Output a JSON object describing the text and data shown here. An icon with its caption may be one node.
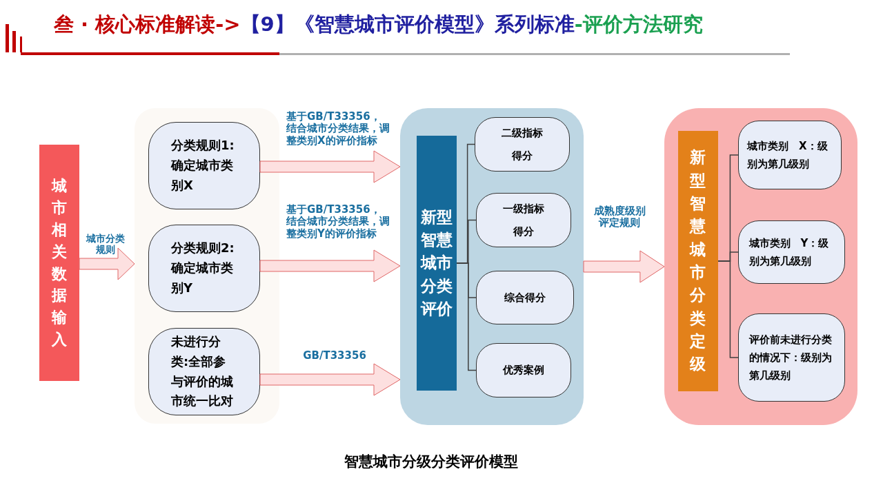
{
  "diagram": {
    "caption": "智慧城市分级分类评价模型",
    "nodes": [
      {
        "text": [
          "城市相关数据输入"
        ]
      },
      {
        "text": [],
        "shape": "box"
      },
      {
        "text": [
          "分类规则1:确定城市类别X"
        ],
        "in": 1
      },
      {
        "text": [
          "分类规则2:确定城市类别Y"
        ],
        "in": 1
      },
      {
        "text": [
          "未进行分类:全部参与评价的城市统一比对"
        ],
        "in": 1
      },
      {
        "text": [],
        "shape": "box"
      },
      {
        "text": [
          "新型智慧城市分类评价"
        ],
        "in": 5
      },
      {
        "text": [
          "二级指标得分"
        ],
        "in": 5
      },
      {
        "text": [
          "一级指标得分"
        ],
        "in": 5
      },
      {
        "text": [
          "综合得分"
        ],
        "in": 5
      },
      {
        "text": [
          "优秀案例"
        ],
        "in": 5
      },
      {
        "text": [],
        "shape": "box"
      },
      {
        "text": [
          "新型智慧城市分类定级"
        ],
        "in": 11
      },
      {
        "text": [
          "城市类别　X：级别为第几级别"
        ],
        "in": 11
      },
      {
        "text": [
          "城市类别　Y：级别为第几级别"
        ],
        "in": 11
      },
      {
        "text": [
          "评价前未进行分类的情况下：级别为第几级别"
        ],
        "in": 11
      }
    ],
    "edges": [
      {
        "from": 0,
        "to": 1,
        "arrow": "to",
        "label": "城市分类规则"
      },
      {
        "from": 2,
        "to": 5,
        "arrow": "to",
        "label": "基于GB/T33356，结合城市分类结果，调整类别X的评价指标"
      },
      {
        "from": 3,
        "to": 5,
        "arrow": "to",
        "label": "基于GB/T33356，结合城市分类结果，调整类别Y的评价指标"
      },
      {
        "from": 4,
        "to": 5,
        "arrow": "to",
        "label": "GB/T33356"
      },
      {
        "from": 5,
        "to": 11,
        "arrow": "to",
        "label": "成熟度级别评定规则"
      },
      {
        "from": 6,
        "to": 7,
        "arrow": "none"
      },
      {
        "from": 6,
        "to": 8,
        "arrow": "none"
      },
      {
        "from": 6,
        "to": 9,
        "arrow": "none"
      },
      {
        "from": 6,
        "to": 10,
        "arrow": "none"
      },
      {
        "from": 12,
        "to": 13,
        "arrow": "none"
      },
      {
        "from": 12,
        "to": 14,
        "arrow": "none"
      },
      {
        "from": 12,
        "to": 15,
        "arrow": "none"
      }
    ],
    "labels": [
      "叁 · 核心标准解读->",
      "【9】《智慧城市评价模型》系列标准",
      "-评价方法研究"
    ]
  }
}
